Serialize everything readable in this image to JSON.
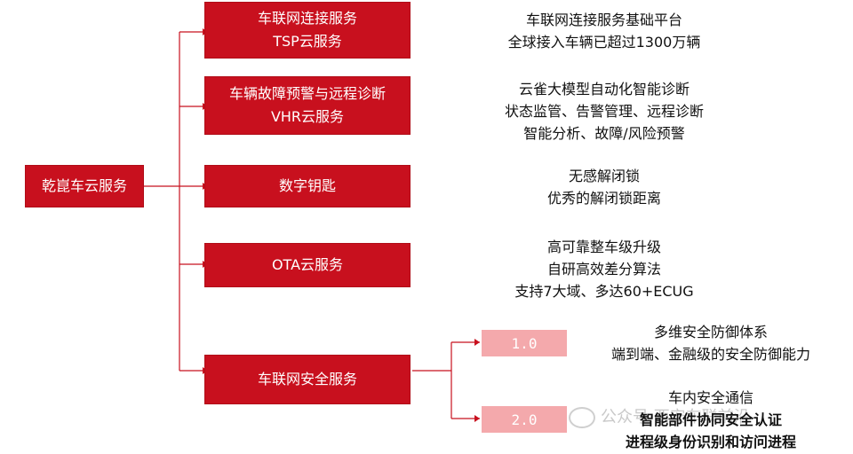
{
  "root": {
    "label": "乾崑车云服务"
  },
  "branches": [
    {
      "lines": [
        "车联网连接服务",
        "TSP云服务"
      ],
      "desc": [
        "车联网连接服务基础平台",
        "全球接入车辆已超过1300万辆"
      ]
    },
    {
      "lines": [
        "车辆故障预警与远程诊断",
        "VHR云服务"
      ],
      "desc": [
        "云雀大模型自动化智能诊断",
        "状态监管、告警管理、远程诊断",
        "智能分析、故障/风险预警"
      ]
    },
    {
      "lines": [
        "数字钥匙"
      ],
      "desc": [
        "无感解闭锁",
        "优秀的解闭锁距离"
      ]
    },
    {
      "lines": [
        "OTA云服务"
      ],
      "desc": [
        "高可靠整车级升级",
        "自研高效差分算法",
        "支持7大域、多达60+ECUG"
      ]
    },
    {
      "lines": [
        "车联网安全服务"
      ]
    }
  ],
  "security_subs": [
    {
      "label": "1.0",
      "desc": [
        "多维安全防御体系",
        "端到端、金融级的安全防御能力"
      ]
    },
    {
      "label": "2.0",
      "desc": [
        "车内安全通信",
        "智能部件协同安全认证",
        "进程级身份识别和访问进程"
      ]
    }
  ],
  "watermark": {
    "text": "公众号·西安车联前沿"
  },
  "colors": {
    "box": "#c8101e",
    "sub": "#f4a9ac",
    "line": "#c8101e"
  }
}
